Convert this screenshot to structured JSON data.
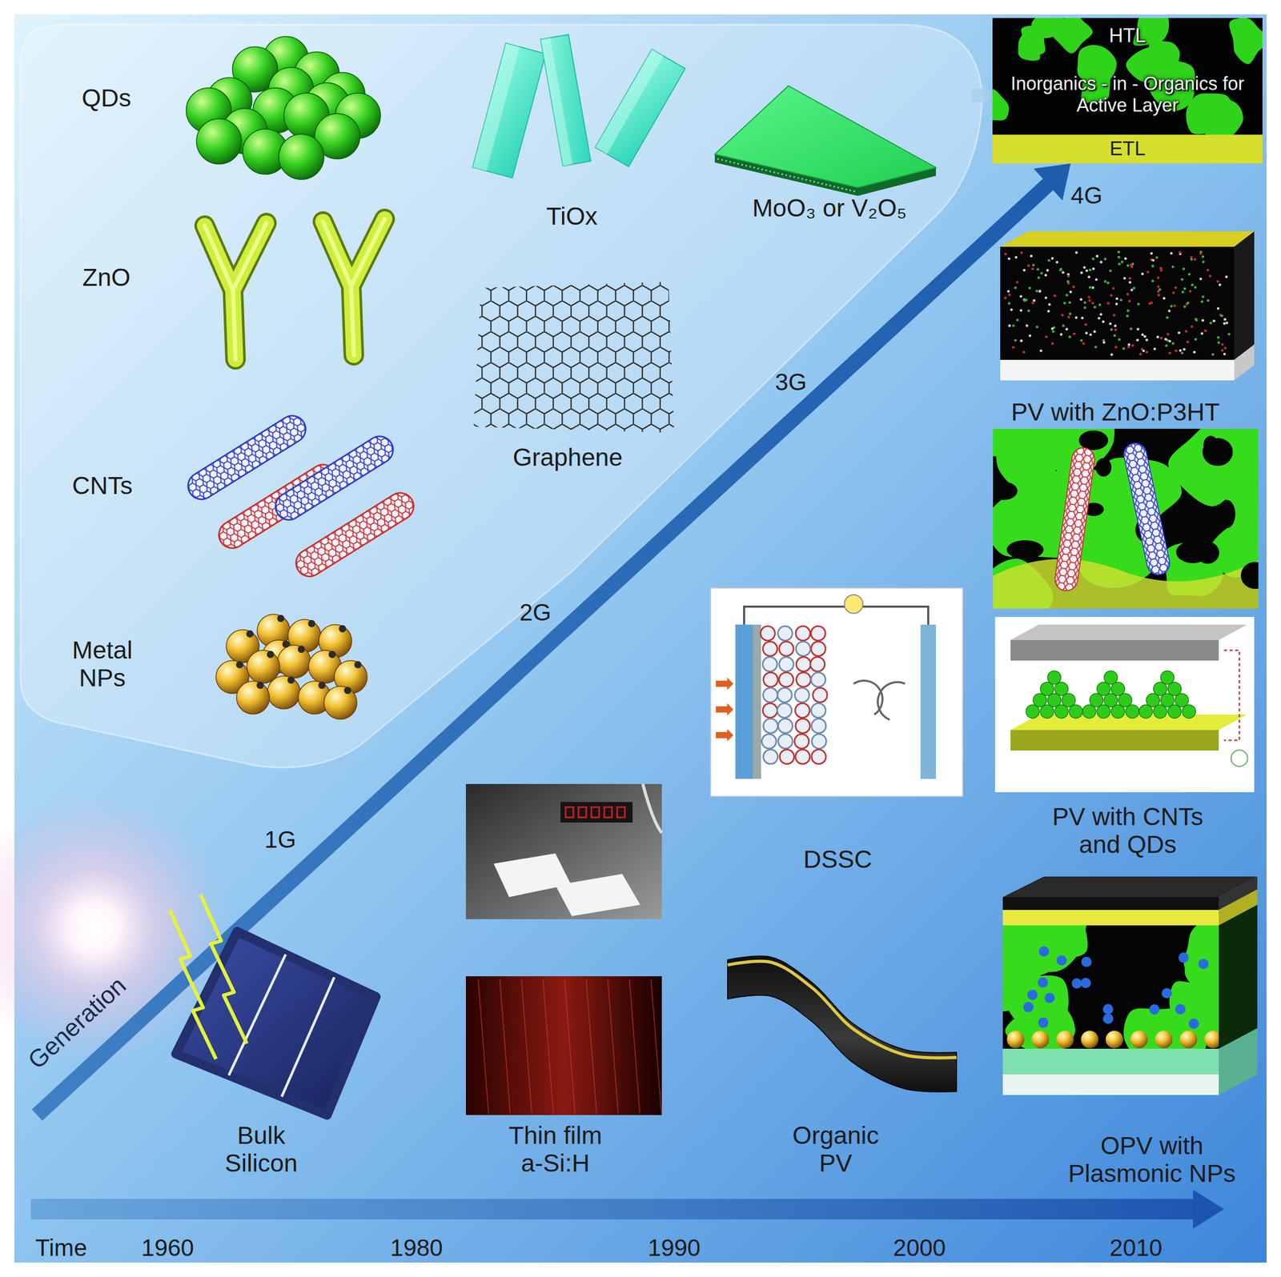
{
  "diagram": {
    "nodes": [
      {
        "text": [
          "HTL"
        ]
      },
      {
        "text": [
          "Inorganics - in - Organics for Active Layer"
        ]
      },
      {
        "text": [
          "ETL"
        ]
      }
    ],
    "labels": [
      "QDs",
      "ZnO",
      "CNTs",
      "Metal NPs",
      "TiOx",
      "MoO₃ or V₂O₅",
      "Graphene",
      "4G",
      "3G",
      "2G",
      "1G",
      "Generation",
      "PV with ZnO:P3HT",
      "DSSC",
      "PV with CNTs and QDs",
      "Bulk Silicon",
      "Thin film a-Si:H",
      "Organic PV",
      "OPV with Plasmonic NPs",
      "Time",
      "1960",
      "1980",
      "1990",
      "2000",
      "2010"
    ]
  }
}
